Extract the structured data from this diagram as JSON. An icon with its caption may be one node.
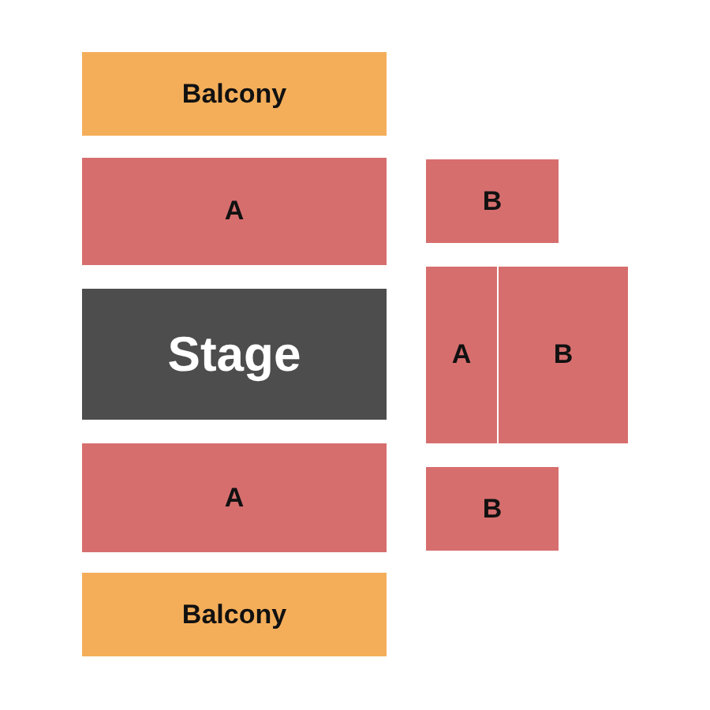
{
  "diagram": {
    "nodes": [
      {
        "text": [
          "Balcony"
        ]
      },
      {
        "text": [
          "A"
        ]
      },
      {
        "text": [
          "B"
        ]
      },
      {
        "text": [
          "Stage"
        ]
      },
      {
        "text": [
          "A"
        ]
      },
      {
        "text": [
          "B"
        ]
      },
      {
        "text": [
          "A"
        ]
      },
      {
        "text": [
          "B"
        ]
      },
      {
        "text": [
          "Balcony"
        ]
      }
    ]
  }
}
